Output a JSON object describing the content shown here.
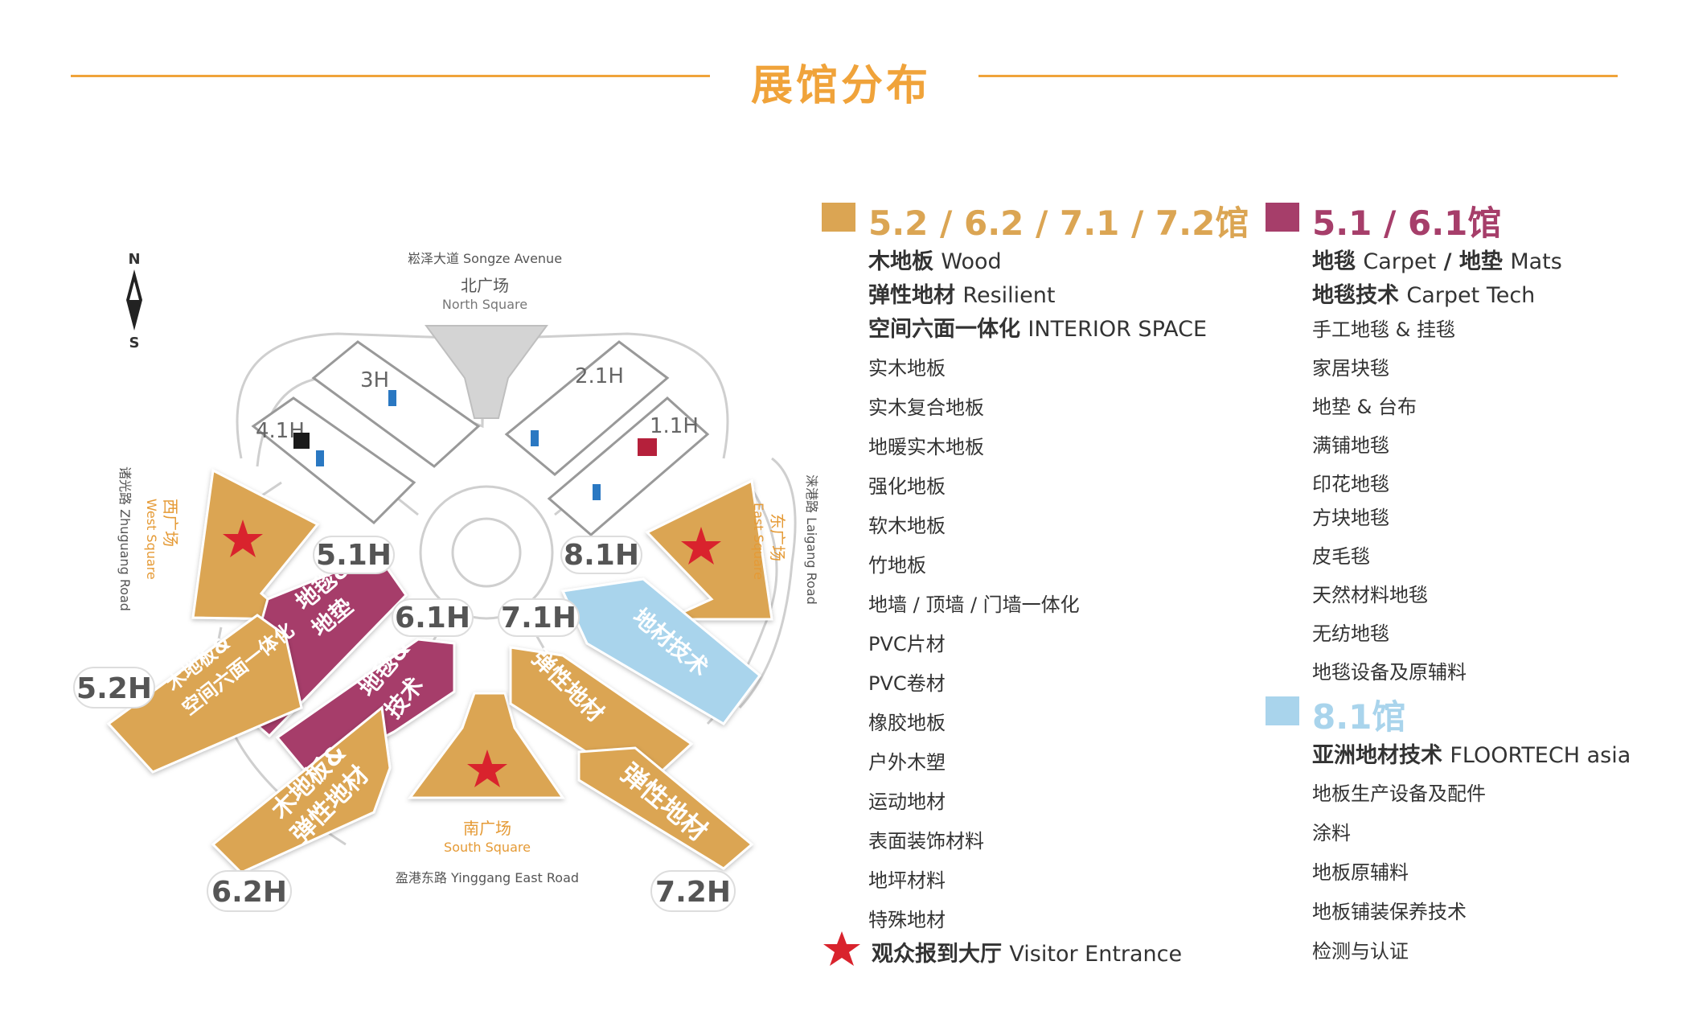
{
  "header": {
    "title": "展馆分布"
  },
  "colors": {
    "accent": "#f0a33a",
    "wood": "#dba553",
    "carpet": "#a63e6a",
    "floortech": "#a9d4ec",
    "entrance_star": "#d9232d",
    "plaza": "#dba553"
  },
  "map": {
    "compass": {
      "north": "N",
      "south": "S"
    },
    "roads": {
      "north": "崧泽大道 Songze Avenue",
      "south": "盈港东路 Yinggang East Road",
      "west": "诸光路 Zhuguang Road",
      "east": "涞港路 Laigang Road"
    },
    "squares": {
      "north_cn": "北广场",
      "north_en": "North Square",
      "south_cn": "南广场",
      "south_en": "South Square",
      "west_cn": "西广场",
      "west_en": "West Square",
      "east_cn": "东广场",
      "east_en": "East Square"
    },
    "halls": {
      "h3": "3H",
      "h4_1": "4.1H",
      "h2_1": "2.1H",
      "h1_1": "1.1H",
      "h5_1": "5.1H",
      "h6_1": "6.1H",
      "h7_1": "7.1H",
      "h8_1": "8.1H",
      "h5_2": "5.2H",
      "h6_2": "6.2H",
      "h7_2": "7.2H"
    },
    "hall_labels": {
      "h5_1_a": "地毯&",
      "h5_1_b": "地垫",
      "h6_1_a": "地毯&",
      "h6_1_b": "技术",
      "h8_1": "地材技术",
      "h7_1": "弹性地材",
      "h7_2": "弹性地材",
      "h5_2_a": "木地板&",
      "h5_2_b": "空间六面一体化",
      "h6_2_a": "木地板&",
      "h6_2_b": "弹性地材"
    }
  },
  "legend": {
    "wood": {
      "title": "5.2 / 6.2 / 7.1 / 7.2馆",
      "bold_items": [
        {
          "cn": "木地板",
          "en": "Wood"
        },
        {
          "cn": "弹性地材",
          "en": "Resilient"
        },
        {
          "cn": "空间六面一体化",
          "en": "INTERIOR SPACE"
        }
      ],
      "items": [
        "实木地板",
        "实木复合地板",
        "地暖实木地板",
        "强化地板",
        "软木地板",
        "竹地板",
        "地墙 / 顶墙 / 门墙一体化",
        "PVC片材",
        "PVC卷材",
        "橡胶地板",
        "户外木塑",
        "运动地材",
        "表面装饰材料",
        "地坪材料",
        "特殊地材"
      ]
    },
    "carpet": {
      "title": "5.1 / 6.1馆",
      "bold_items": [
        {
          "cn": "地毯",
          "en": "Carpet",
          "cn2": "地垫",
          "en2": "Mats"
        },
        {
          "cn": "地毯技术",
          "en": "Carpet Tech"
        }
      ],
      "items": [
        "手工地毯 & 挂毯",
        "家居块毯",
        "地垫 & 台布",
        "满铺地毯",
        "印花地毯",
        "方块地毯",
        "皮毛毯",
        "天然材料地毯",
        "无纺地毯",
        "地毯设备及原辅料"
      ]
    },
    "floortech": {
      "title": "8.1馆",
      "bold_items": [
        {
          "cn": "亚洲地材技术",
          "en": "FLOORTECH asia"
        }
      ],
      "items": [
        "地板生产设备及配件",
        "涂料",
        "地板原辅料",
        "地板铺装保养技术",
        "检测与认证"
      ]
    },
    "entrance": {
      "cn": "观众报到大厅",
      "en": "Visitor Entrance"
    }
  }
}
